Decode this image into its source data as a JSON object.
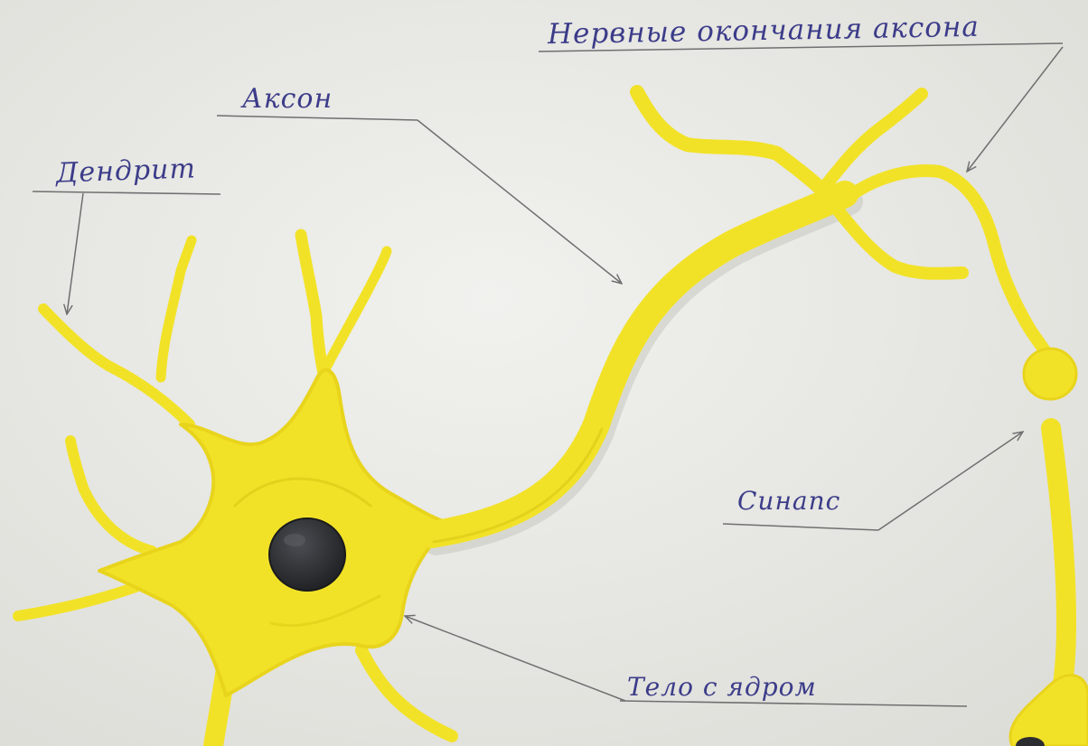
{
  "labels": {
    "dendrite": "Дендрит",
    "axon": "Аксон",
    "axon_endings": "Нервные окончания аксона",
    "synapse": "Синапс",
    "cell_body": "Тело с ядром"
  },
  "colors": {
    "paper": "#ebebe7",
    "plasticine": "#f2e227",
    "plasticine_shade": "#d9c614",
    "nucleus": "#2b2d30",
    "ink": "#3c3c8a",
    "pencil": "#6f6f70"
  }
}
